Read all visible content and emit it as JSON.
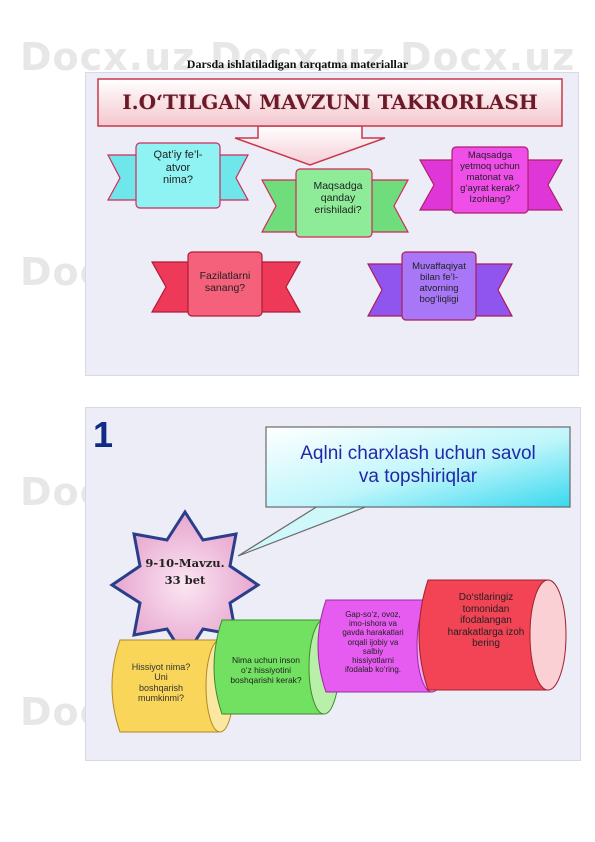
{
  "document": {
    "title": "Darsda ishlatiladigan tarqatma materiallar"
  },
  "watermark": {
    "text": "Docx.uz"
  },
  "slide1": {
    "banner_title": "I.O‘TILGAN MAVZUNI TAKRORLASH",
    "ribbons": [
      {
        "text": "Qat’iy  fe’l-\natvor\nnima?",
        "color": "#7df0f0"
      },
      {
        "text": "Maqsadga\nqanday\nerishiladi?",
        "color": "#7ee38a"
      },
      {
        "text": "Maqsadga\nyetmoq uchun\nmatonat va\ng‘ayrat kerak?\nIzohlang?",
        "color": "#ea3fe0"
      },
      {
        "text": "Fazilatlarni\nsanang?",
        "color": "#f04a64"
      },
      {
        "text": "Muvaffaqiyat\nbilan fe’l-\natvorning\nbog‘liqligi",
        "color": "#9a62f2"
      }
    ]
  },
  "slide2": {
    "number": "1",
    "callout": "Aqlni  charxlash  uchun  savol\nva topshiriqlar",
    "star": "9-10-Mavzu.\n33 bet",
    "scrolls": [
      {
        "text": "Hissiyot nima?\nUni\nboshqarish\nmumkinmi?",
        "color": "#f9d65a"
      },
      {
        "text": "Nima uchun inson\no‘z hissiyotini\nboshqarishi kerak?",
        "color": "#72e060"
      },
      {
        "text": "Gap-so‘z, ovoz,\nimo-ishora va\ngavda harakatlari\norqali ijobiy va\nsalbiy\nhissiyotlarni\nifodalab  ko‘ring.",
        "color": "#e65cf0"
      },
      {
        "text": "Do‘stlaringiz\ntomonidan\nifodalangan\nharakatlarga izoh\nbering",
        "color": "#f24454"
      }
    ]
  }
}
